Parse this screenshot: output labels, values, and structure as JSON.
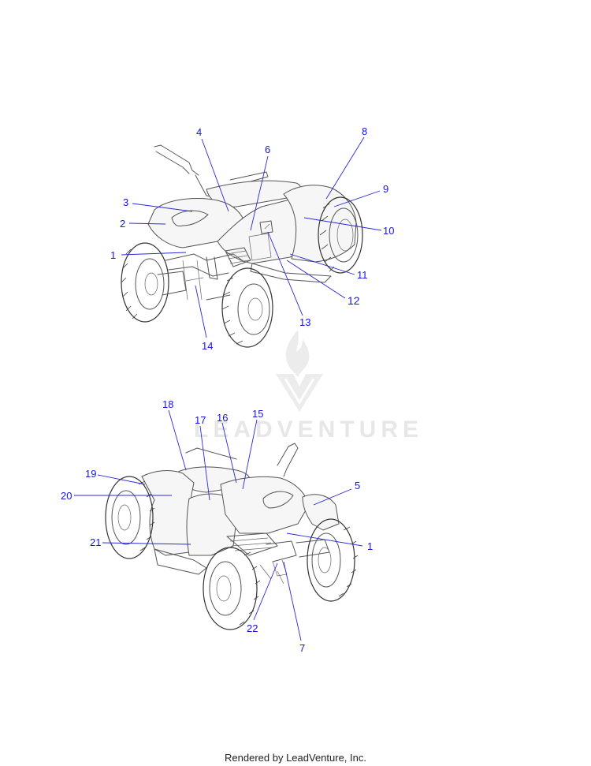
{
  "watermark": {
    "brand": "LEADVENTURE"
  },
  "footer": {
    "text": "Rendered by LeadVenture, Inc."
  },
  "callouts_top": [
    "1",
    "2",
    "3",
    "4",
    "6",
    "8",
    "9",
    "10",
    "11",
    "12",
    "13",
    "14"
  ],
  "callouts_bottom": [
    "15",
    "16",
    "17",
    "18",
    "19",
    "20",
    "21",
    "5",
    "1",
    "22",
    "7"
  ],
  "colors": {
    "callout": "#1515e6",
    "leader": "#2a2ad8",
    "line_art": "#555555"
  }
}
